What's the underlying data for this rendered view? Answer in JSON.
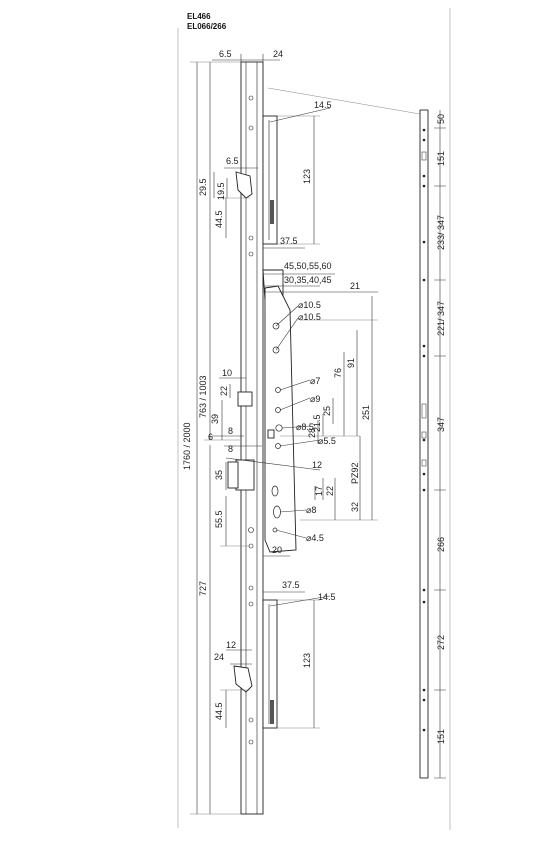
{
  "titles": [
    "EL466",
    "EL066/266"
  ],
  "labels": {
    "top_6_5": "6.5",
    "top_24": "24",
    "l_14_5a": "14.5",
    "l_6_5b": "6.5",
    "l_123a": "123",
    "l_29_5": "29.5",
    "l_19_5": "19.5",
    "l_44_5a": "44.5",
    "l_37_5a": "37.5",
    "l_45_60": "45,50,55,60",
    "l_30_45": "30,35,40,45",
    "l_21": "21",
    "l_d10_5a": "⌀10.5",
    "l_d10_5b": "⌀10.5",
    "l_1760": "1760 / 2000",
    "l_763": "763 / 1003",
    "l_10": "10",
    "l_22a": "22",
    "l_76": "76",
    "l_91": "91",
    "l_d7": "⌀7",
    "l_d9": "⌀9",
    "l_25": "25",
    "l_251": "251",
    "l_39": "39",
    "l_d8_5": "⌀8.5",
    "l_21_5": "21.5",
    "l_28": "28",
    "l_6": "6",
    "l_8a": "8",
    "l_8b": "8",
    "l_d5_5": "⌀5.5",
    "l_12a": "12",
    "l_pz92": "PZ92",
    "l_35": "35",
    "l_17": "17",
    "l_22b": "22",
    "l_32": "32",
    "l_55_5": "55.5",
    "l_d8": "⌀8",
    "l_d4_5": "⌀4.5",
    "l_20": "20",
    "l_727": "727",
    "l_37_5b": "37.5",
    "l_14_5b": "14.5",
    "l_12b": "12",
    "l_24b": "24",
    "l_123b": "123",
    "l_44_5b": "44.5",
    "r_50": "50",
    "r_151a": "151",
    "r_233": "233/ 347",
    "r_221": "221/ 347",
    "r_347": "347",
    "r_266": "266",
    "r_272": "272",
    "r_151b": "151"
  }
}
